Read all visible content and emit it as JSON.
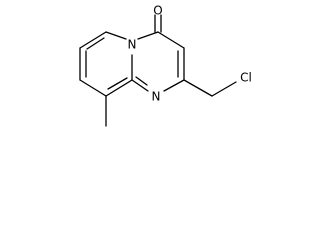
{
  "molecule": {
    "atoms": {
      "carbonyl_oxygen": "O",
      "ring_nitrogen_bridgehead": "N",
      "ring_nitrogen": "N",
      "chlorine": "Cl"
    }
  }
}
